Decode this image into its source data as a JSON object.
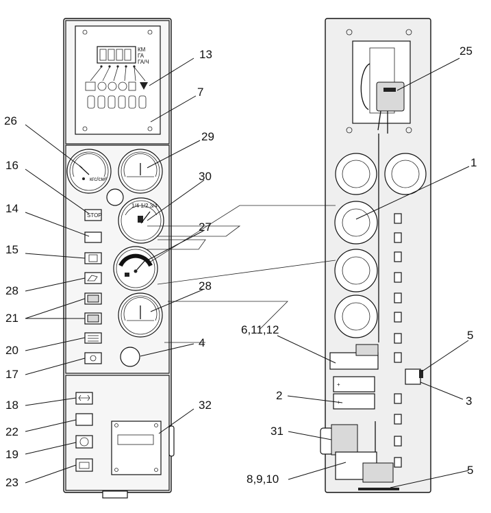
{
  "display": {
    "units": [
      "КМ",
      "ГА",
      "ГА/Ч"
    ]
  },
  "gauges": {
    "pressure_scale": "кгс/см²",
    "fuel_scale": "1/4 1/2 3/4"
  },
  "buttons": {
    "stop_label": "STOP"
  },
  "callouts": [
    {
      "id": "c13",
      "text": "13"
    },
    {
      "id": "c7",
      "text": "7"
    },
    {
      "id": "c26",
      "text": "26"
    },
    {
      "id": "c29",
      "text": "29"
    },
    {
      "id": "c16",
      "text": "16"
    },
    {
      "id": "c30",
      "text": "30"
    },
    {
      "id": "c14",
      "text": "14"
    },
    {
      "id": "c27",
      "text": "27"
    },
    {
      "id": "c15",
      "text": "15"
    },
    {
      "id": "c28a",
      "text": "28"
    },
    {
      "id": "c28b",
      "text": "28"
    },
    {
      "id": "c21",
      "text": "21"
    },
    {
      "id": "c20",
      "text": "20"
    },
    {
      "id": "c4",
      "text": "4"
    },
    {
      "id": "c17",
      "text": "17"
    },
    {
      "id": "c18",
      "text": "18"
    },
    {
      "id": "c32",
      "text": "32"
    },
    {
      "id": "c22",
      "text": "22"
    },
    {
      "id": "c19",
      "text": "19"
    },
    {
      "id": "c23",
      "text": "23"
    },
    {
      "id": "c25",
      "text": "25"
    },
    {
      "id": "c1",
      "text": "1"
    },
    {
      "id": "c6",
      "text": "6,11,12"
    },
    {
      "id": "c5a",
      "text": "5"
    },
    {
      "id": "c2",
      "text": "2"
    },
    {
      "id": "c3",
      "text": "3"
    },
    {
      "id": "c31",
      "text": "31"
    },
    {
      "id": "c8",
      "text": "8,9,10"
    },
    {
      "id": "c5b",
      "text": "5"
    }
  ]
}
